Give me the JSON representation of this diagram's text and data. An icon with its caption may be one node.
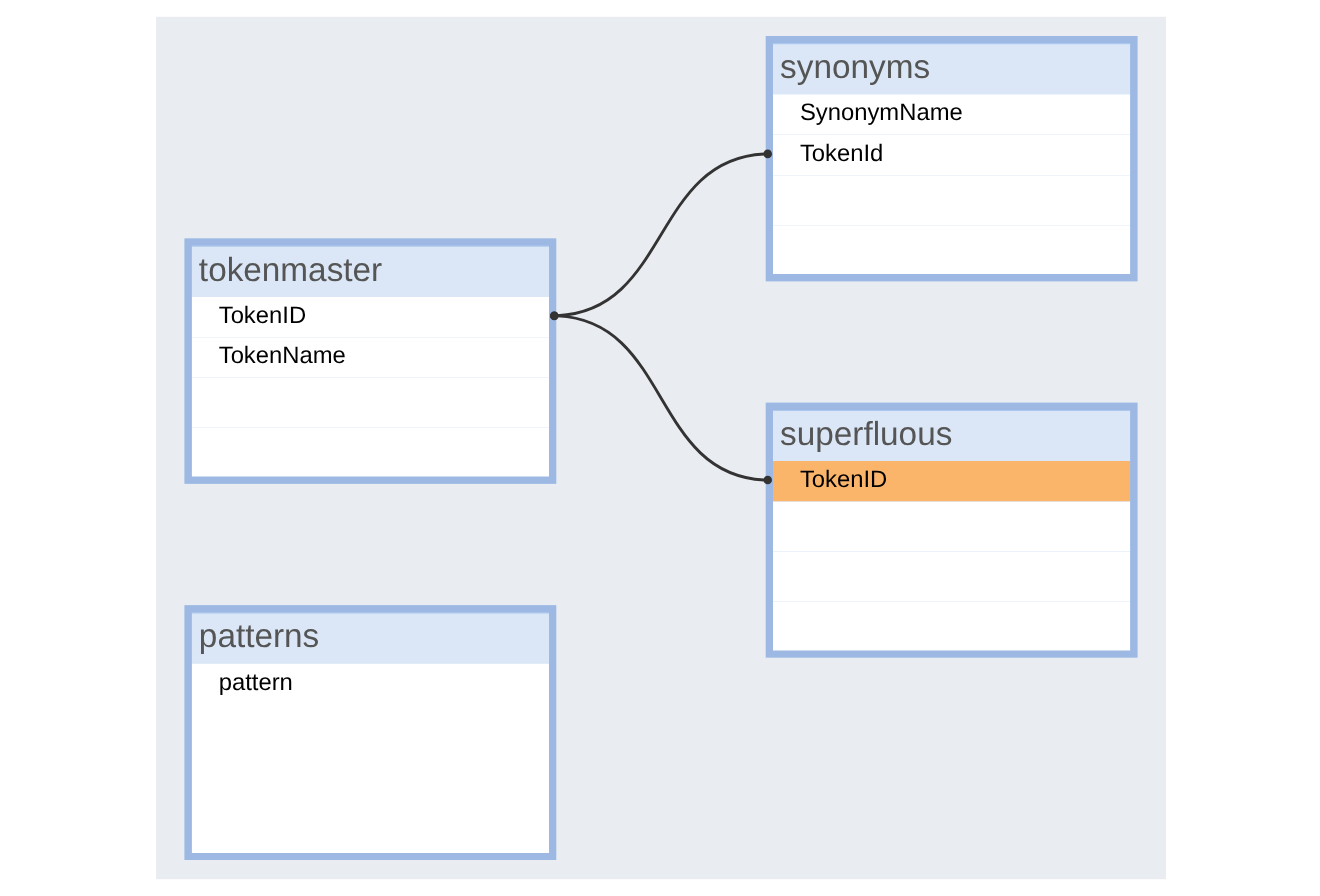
{
  "diagram": {
    "nodes": [
      {
        "text": [
          "patterns",
          "pattern"
        ]
      },
      {
        "text": [
          "tokenmaster",
          "TokenID",
          "TokenName"
        ]
      },
      {
        "text": [
          "synonyms",
          "SynonymName",
          "TokenId"
        ]
      },
      {
        "text": [
          "superfluous",
          "TokenID"
        ]
      }
    ],
    "edges": [
      {
        "from": 1,
        "to": 2,
        "arrow": "other"
      },
      {
        "from": 1,
        "to": 3,
        "arrow": "other"
      }
    ]
  }
}
